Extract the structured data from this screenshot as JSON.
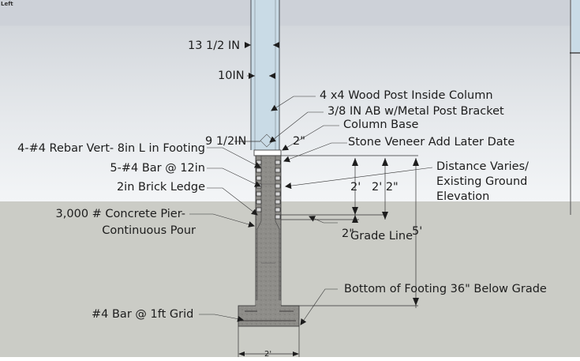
{
  "viewport": {
    "view_name": "Left"
  },
  "colors": {
    "sky_top": "#cdd1d8",
    "sky_bottom": "#f3f5f7",
    "ground": "#cbccc6",
    "post": "#c9dbe6",
    "concrete": "#8b8a86",
    "text": "#1d1d1d"
  },
  "dimensions": {
    "column_outer": "13 1/2 IN",
    "column_inner": "10IN",
    "base_width": "9 1/2IN",
    "base_offset": "2\"",
    "height_2ft": "2'",
    "height_2ft2in": "2' 2\"",
    "ledge_2in": "2\"",
    "total_5ft": "5'",
    "footing_width": "2'"
  },
  "callouts": {
    "wood_post": "4 x4 Wood Post Inside Column",
    "anchor_bolt": "3/8 IN AB w/Metal Post Bracket",
    "column_base": "Column Base",
    "stone_veneer": "Stone Veneer Add Later Date",
    "rebar_vert": "4-#4 Rebar Vert- 8in L in Footing",
    "bar_12in": "5-#4 Bar @ 12in",
    "brick_ledge": "2in Brick Ledge",
    "concrete_pier_1": "3,000 # Concrete Pier-",
    "concrete_pier_2": "Continuous Pour",
    "distance_varies_1": "Distance Varies/",
    "distance_varies_2": "Existing Ground",
    "distance_varies_3": "Elevation",
    "grade_line": "Grade Line",
    "bottom_footing": "Bottom of Footing 36\" Below Grade",
    "grid_bar": "#4 Bar @ 1ft Grid"
  }
}
